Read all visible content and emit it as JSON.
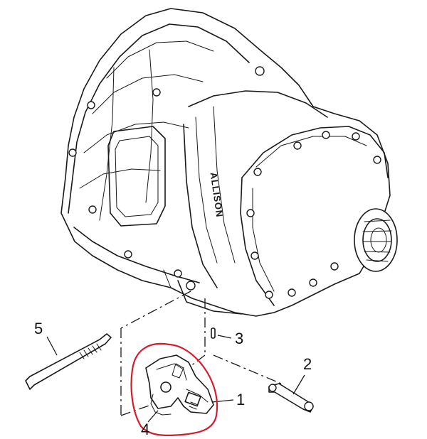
{
  "diagram": {
    "callouts": [
      {
        "id": "1",
        "label": "1"
      },
      {
        "id": "2",
        "label": "2"
      },
      {
        "id": "3",
        "label": "3"
      },
      {
        "id": "4",
        "label": "4"
      },
      {
        "id": "5",
        "label": "5"
      }
    ],
    "case_marking": "ALLISON",
    "highlight_color": "#d81b2a",
    "ink_color": "#1a1a1a"
  }
}
